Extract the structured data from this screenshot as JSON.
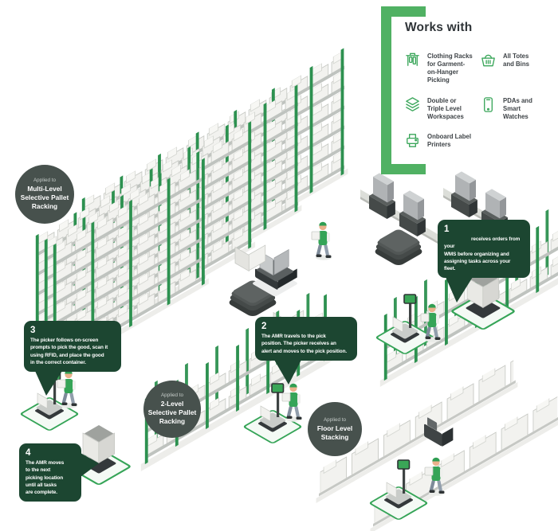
{
  "works_with": {
    "title": "Works with",
    "items": [
      {
        "icon": "clothing-racks-icon",
        "label": "Clothing Racks\nfor Garment-\non-Hanger\nPicking"
      },
      {
        "icon": "totes-bins-icon",
        "label": "All Totes\nand Bins"
      },
      {
        "icon": "workspaces-icon",
        "label": "Double or\nTriple Level\nWorkspaces"
      },
      {
        "icon": "pda-watch-icon",
        "label": "PDAs and\nSmart\nWatches"
      },
      {
        "icon": "label-printer-icon",
        "label": "Onboard Label\nPrinters"
      }
    ]
  },
  "badges": [
    {
      "applied_to": "Applied to",
      "name": "Multi-Level\nSelective Pallet\nRacking"
    },
    {
      "applied_to": "Applied to",
      "name": "2-Level\nSelective Pallet\nRacking"
    },
    {
      "applied_to": "Applied to",
      "name": "Floor Level\nStacking"
    }
  ],
  "callouts": [
    {
      "number": "1",
      "text": "receives orders from your\nWMS before organizing and\nassigning tasks across your\nfleet."
    },
    {
      "number": "2",
      "text": "The AMR travels to the pick\nposition. The picker receives an\nalert and moves to the pick position."
    },
    {
      "number": "3",
      "text": "The picker follows on-screen\nprompts to pick the good, scan it\nusing RFID, and place the good\nin the correct container."
    },
    {
      "number": "4",
      "text": "The AMR moves\nto the next\npicking location\nuntil all tasks\nare complete."
    }
  ],
  "colors": {
    "accent_green": "#50b163",
    "icon_green": "#3aa65a",
    "rack_post_green": "#2d9150",
    "callout_bg": "#1c4631",
    "badge_bg": "#47514d",
    "text_dark": "#3e4347",
    "box_fill": "#f1f1ee",
    "dark_slate": "#34393b"
  }
}
